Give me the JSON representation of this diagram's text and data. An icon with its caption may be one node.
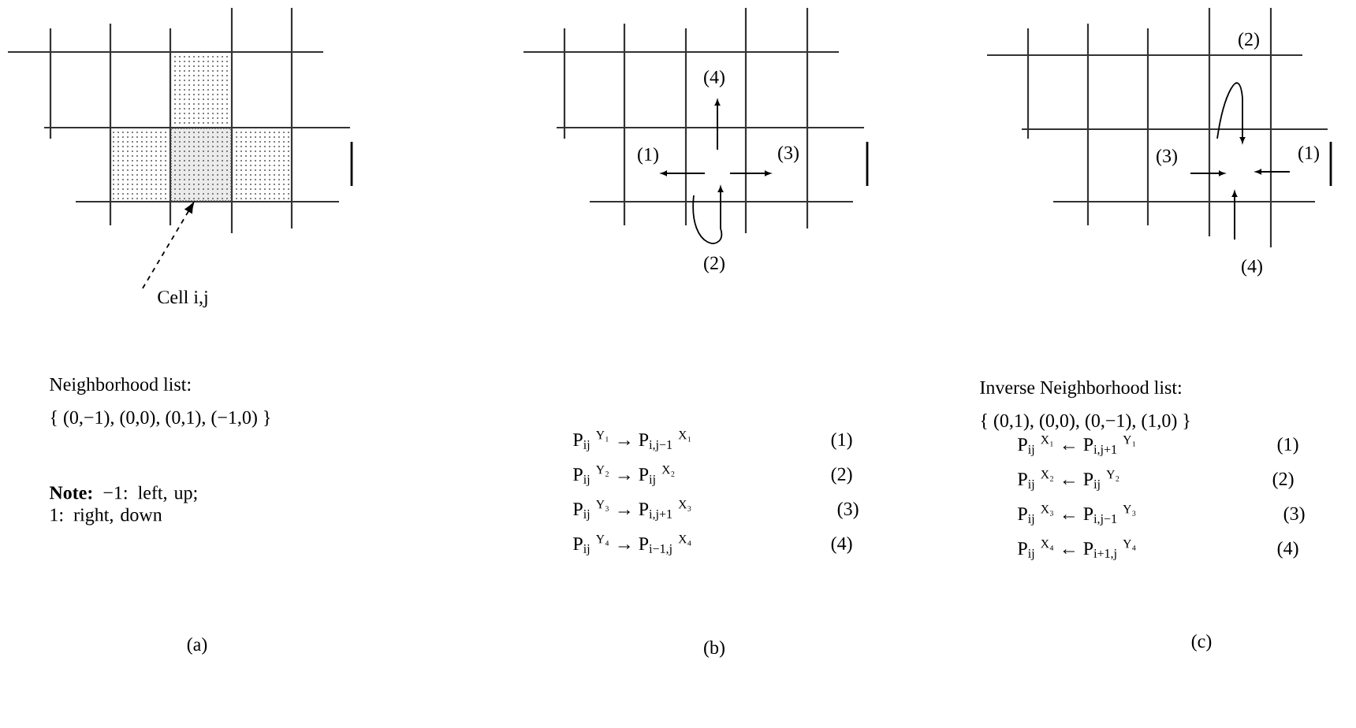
{
  "diagram": {
    "nodes": [
      {
        "text": [
          "Cell i,j"
        ]
      },
      {
        "text": [],
        "shape": "box"
      }
    ],
    "edges": [
      {
        "from": 0,
        "to": 1,
        "arrow": "to",
        "style": "dashed"
      }
    ],
    "labels": [
      "Neighborhood list:",
      "{ (0,−1), (0,0), (0,1), (−1,0) }",
      "**Note:** −1: left, up; 1: right, down",
      "(a)",
      "(4)",
      "(1)",
      "(3)",
      "(2)",
      "P$_{ij}$ $^{Y₁}$ → P$_{i,j−1}$ $^{X₁}$",
      "(1)",
      "P$_{ij}$ $^{Y₂}$ → P$_{ij}$ $^{X₂}$",
      "(2)",
      "P$_{ij}$ $^{Y₃}$ → P$_{i,j+1}$ $^{X₃}$",
      "(3)",
      "P$_{ij}$ $^{Y₄}$ → P$_{i−1,j}$ $^{X₄}$",
      "(4)",
      "(b)",
      "(2)",
      "(3)",
      "(1)",
      "(4)",
      "Inverse Neighborhood list:",
      "{ (0,1), (0,0), (0,−1), (1,0) }",
      "P$_{ij}$ $^{X₁}$ ← P$_{i,j+1}$ $^{Y₁}$",
      "(1)",
      "P$_{ij}$ $^{X₂}$ ← P$_{ij}$ $^{Y₂}$",
      "(2)",
      "P$_{ij}$ $^{X₃}$ ← P$_{i,j−1}$ $^{Y₃}$",
      "(3)",
      "P$_{ij}$ $^{X₄}$ ← P$_{i+1,j}$ $^{Y₄}$",
      "(4)",
      "(c)"
    ]
  }
}
